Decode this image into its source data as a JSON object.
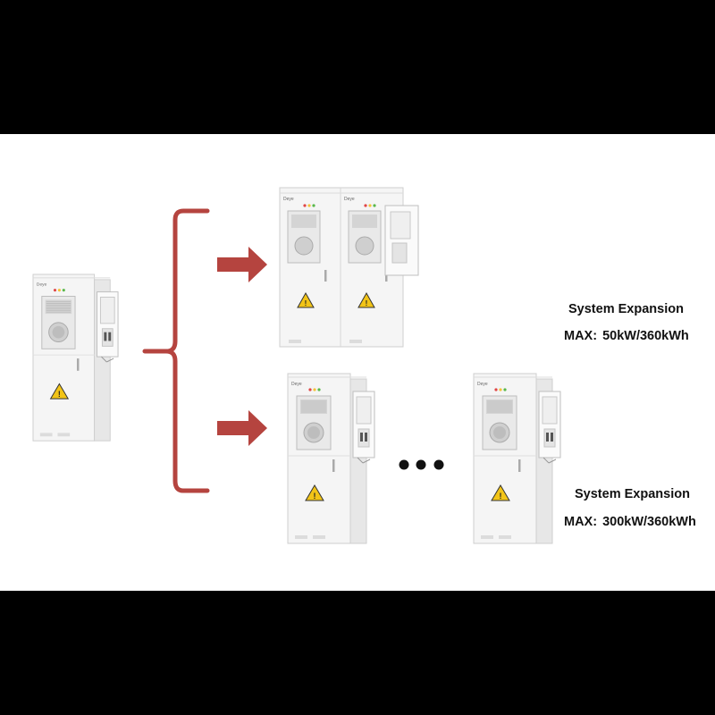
{
  "expansion_a": {
    "title": "System Expansion",
    "max_label": "MAX:",
    "max_value": "50kW/360kWh"
  },
  "expansion_b": {
    "title": "System Expansion",
    "max_label": "MAX:",
    "max_value": "300kW/360kWh"
  },
  "cabinet_brand": "Deye",
  "colors": {
    "arrow": "#b5443f",
    "bracket": "#b5443f",
    "cabinet_body": "#f4f4f4",
    "cabinet_edge": "#c9c9c9",
    "warning_yellow": "#f2c417",
    "indicator_red": "#e04646",
    "indicator_yellow": "#f3c33a",
    "indicator_green": "#59b84a"
  },
  "icons": [
    "right-arrow-icon",
    "curly-brace-icon",
    "warning-triangle-icon",
    "ellipsis-icon"
  ]
}
